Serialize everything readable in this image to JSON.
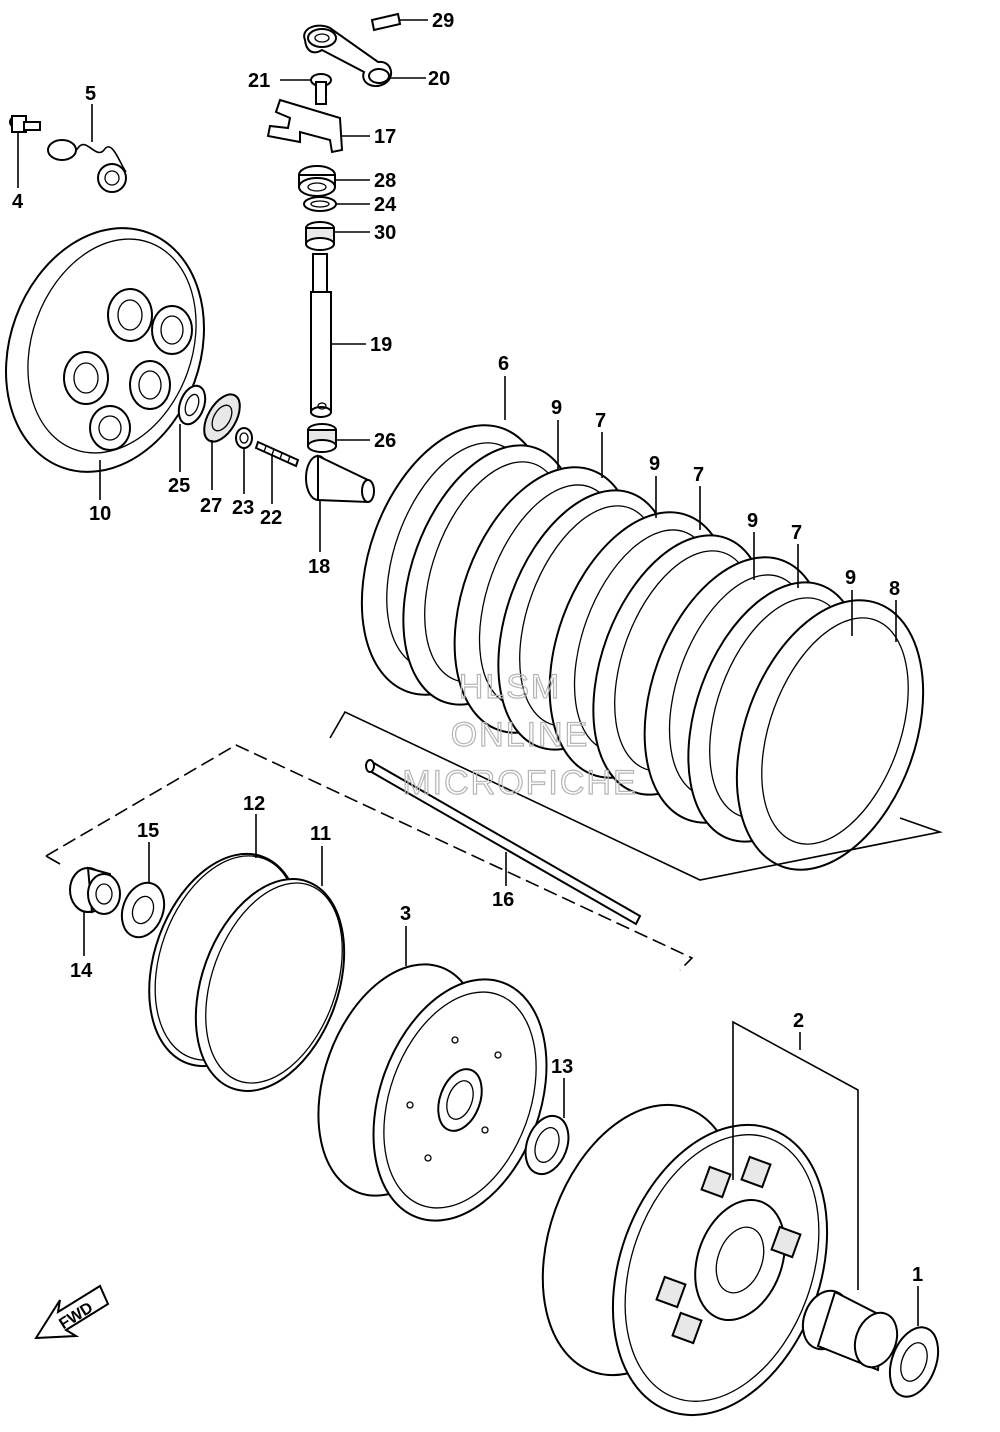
{
  "diagram": {
    "callouts": {
      "c1": "1",
      "c2": "2",
      "c3": "3",
      "c4": "4",
      "c5": "5",
      "c6": "6",
      "c7a": "7",
      "c7b": "7",
      "c7c": "7",
      "c8": "8",
      "c9a": "9",
      "c9b": "9",
      "c9c": "9",
      "c9d": "9",
      "c10": "10",
      "c11": "11",
      "c12": "12",
      "c13": "13",
      "c14": "14",
      "c15": "15",
      "c16": "16",
      "c17": "17",
      "c18": "18",
      "c19": "19",
      "c20": "20",
      "c21": "21",
      "c22": "22",
      "c23": "23",
      "c24": "24",
      "c25": "25",
      "c26": "26",
      "c27": "27",
      "c28": "28",
      "c29": "29",
      "c30": "30"
    },
    "watermark": {
      "line1": "HLSM",
      "line2": "ONLINE",
      "line3": "MICROFICHE"
    },
    "fwd_label": "FWD"
  }
}
